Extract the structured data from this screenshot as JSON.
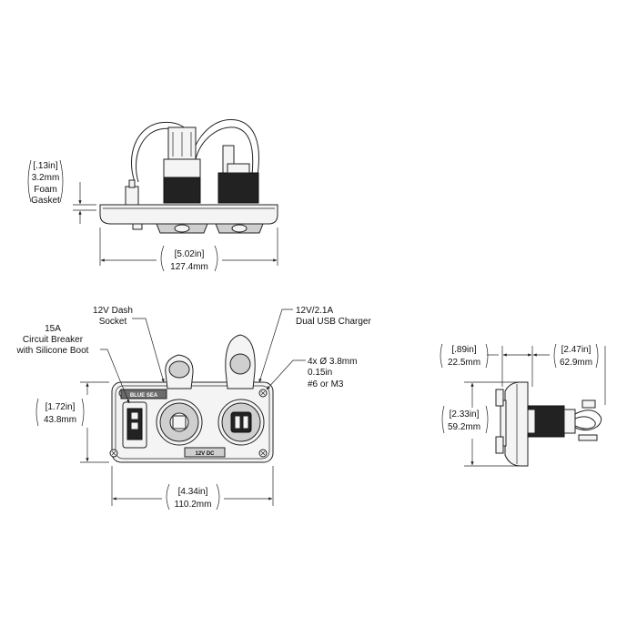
{
  "top_view": {
    "gasket_in": "[.13in]",
    "gasket_mm": "3.2mm",
    "gasket_label_1": "Foam",
    "gasket_label_2": "Gasket",
    "width_in": "[5.02in]",
    "width_mm": "127.4mm"
  },
  "front_view": {
    "dash_socket_1": "12V Dash",
    "dash_socket_2": "Socket",
    "usb_1": "12V/2.1A",
    "usb_2": "Dual USB Charger",
    "breaker_1": "15A",
    "breaker_2": "Circuit Breaker",
    "breaker_3": "with Silicone Boot",
    "holes_1": "4x Ø 3.8mm",
    "holes_2": "0.15in",
    "holes_3": "#6 or M3",
    "height_in": "[1.72in]",
    "height_mm": "43.8mm",
    "width_in": "[4.34in]",
    "width_mm": "110.2mm",
    "panel_label": "12V DC",
    "breaker_marking": "BLUE SEA"
  },
  "side_view": {
    "front_depth_in": "[.89in]",
    "front_depth_mm": "22.5mm",
    "rear_depth_in": "[2.47in]",
    "rear_depth_mm": "62.9mm",
    "height_in": "[2.33in]",
    "height_mm": "59.2mm"
  }
}
